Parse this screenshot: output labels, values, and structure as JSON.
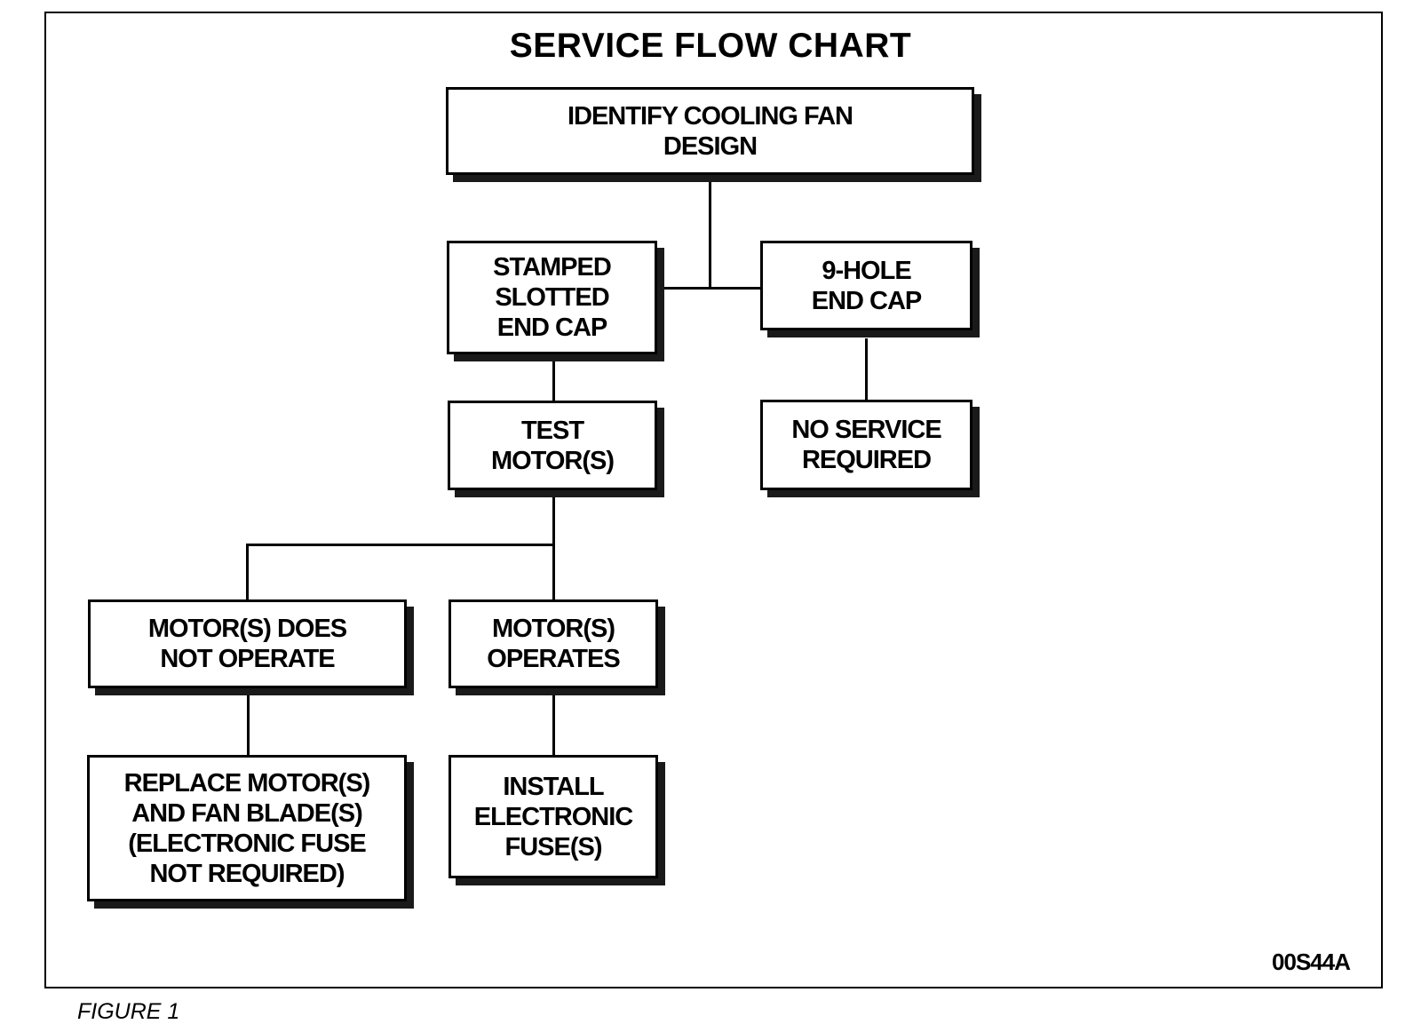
{
  "title": "SERVICE FLOW CHART",
  "nodes": {
    "identify": "IDENTIFY COOLING FAN\nDESIGN",
    "stamped": "STAMPED\nSLOTTED\nEND CAP",
    "nine_hole": "9-HOLE\nEND CAP",
    "test_motor": "TEST\nMOTOR(S)",
    "no_service": "NO SERVICE\nREQUIRED",
    "not_operate": "MOTOR(S) DOES\nNOT OPERATE",
    "operates": "MOTOR(S)\nOPERATES",
    "replace": "REPLACE MOTOR(S)\nAND FAN BLADE(S)\n(ELECTRONIC FUSE\nNOT REQUIRED)",
    "install": "INSTALL\nELECTRONIC\nFUSE(S)"
  },
  "figure_code": "00S44A",
  "caption": "FIGURE 1"
}
